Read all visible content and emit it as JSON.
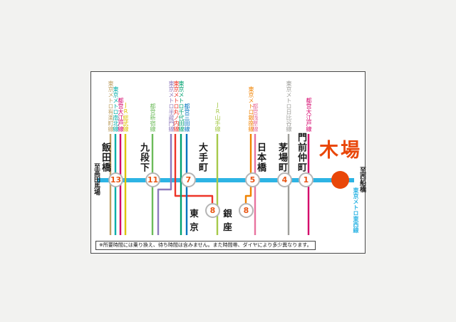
{
  "theme": {
    "page_background": "#f2f2f0",
    "card_background": "#ffffff",
    "card_border": "#4a4a4a",
    "minutes_number_color": "#e95513",
    "minutes_circle_border": "#b5b5b5",
    "station_name_color": "#1a1a1a"
  },
  "frame": {
    "terminal_left": "至高田馬場",
    "terminal_right": "至西船橋",
    "note": "※所要時間には乗り換え、待ち時間は含みません。また時間帯、ダイヤにより多少異なります。"
  },
  "main_line": {
    "name": "東京メトロ東西線",
    "color": "#2db4e4"
  },
  "destination_station": {
    "name": "木場",
    "color": "#e94709"
  },
  "stations": [
    {
      "name": "飯田橋",
      "minutes": "13"
    },
    {
      "name": "九段下",
      "minutes": "11"
    },
    {
      "name": "大手町",
      "minutes": "7"
    },
    {
      "name": "日本橋",
      "minutes": "5"
    },
    {
      "name": "茅場町",
      "minutes": "4"
    },
    {
      "name": "門前仲町",
      "minutes": "1"
    }
  ],
  "branch_stations": [
    {
      "name": "東京",
      "minutes": "8"
    },
    {
      "name": "銀座",
      "minutes": "8"
    }
  ],
  "transfer_lines": [
    {
      "name": "東京メトロ有楽町線",
      "color": "#bfa063"
    },
    {
      "name": "東京メトロ南北線",
      "color": "#00ada9"
    },
    {
      "name": "都営大江戸線",
      "color": "#d4006a"
    },
    {
      "name": "JR総武線",
      "color": "#ddc200"
    },
    {
      "name": "都営新宿線",
      "color": "#6cbb5a"
    },
    {
      "name": "東京メトロ半蔵門線",
      "color": "#8f7bbd"
    },
    {
      "name": "東京メトロ丸ノ内線",
      "color": "#ee3528"
    },
    {
      "name": "東京メトロ千代田線",
      "color": "#00a170"
    },
    {
      "name": "都営三田線",
      "color": "#0073bf"
    },
    {
      "name": "JR山手線",
      "color": "#a6c94a"
    },
    {
      "name": "東京メトロ銀座線",
      "color": "#f08300"
    },
    {
      "name": "都営浅草線",
      "color": "#e8739e"
    },
    {
      "name": "東京メトロ日比谷線",
      "color": "#9e9e9a"
    },
    {
      "name": "都営大江戸線",
      "color": "#d4006a"
    }
  ]
}
